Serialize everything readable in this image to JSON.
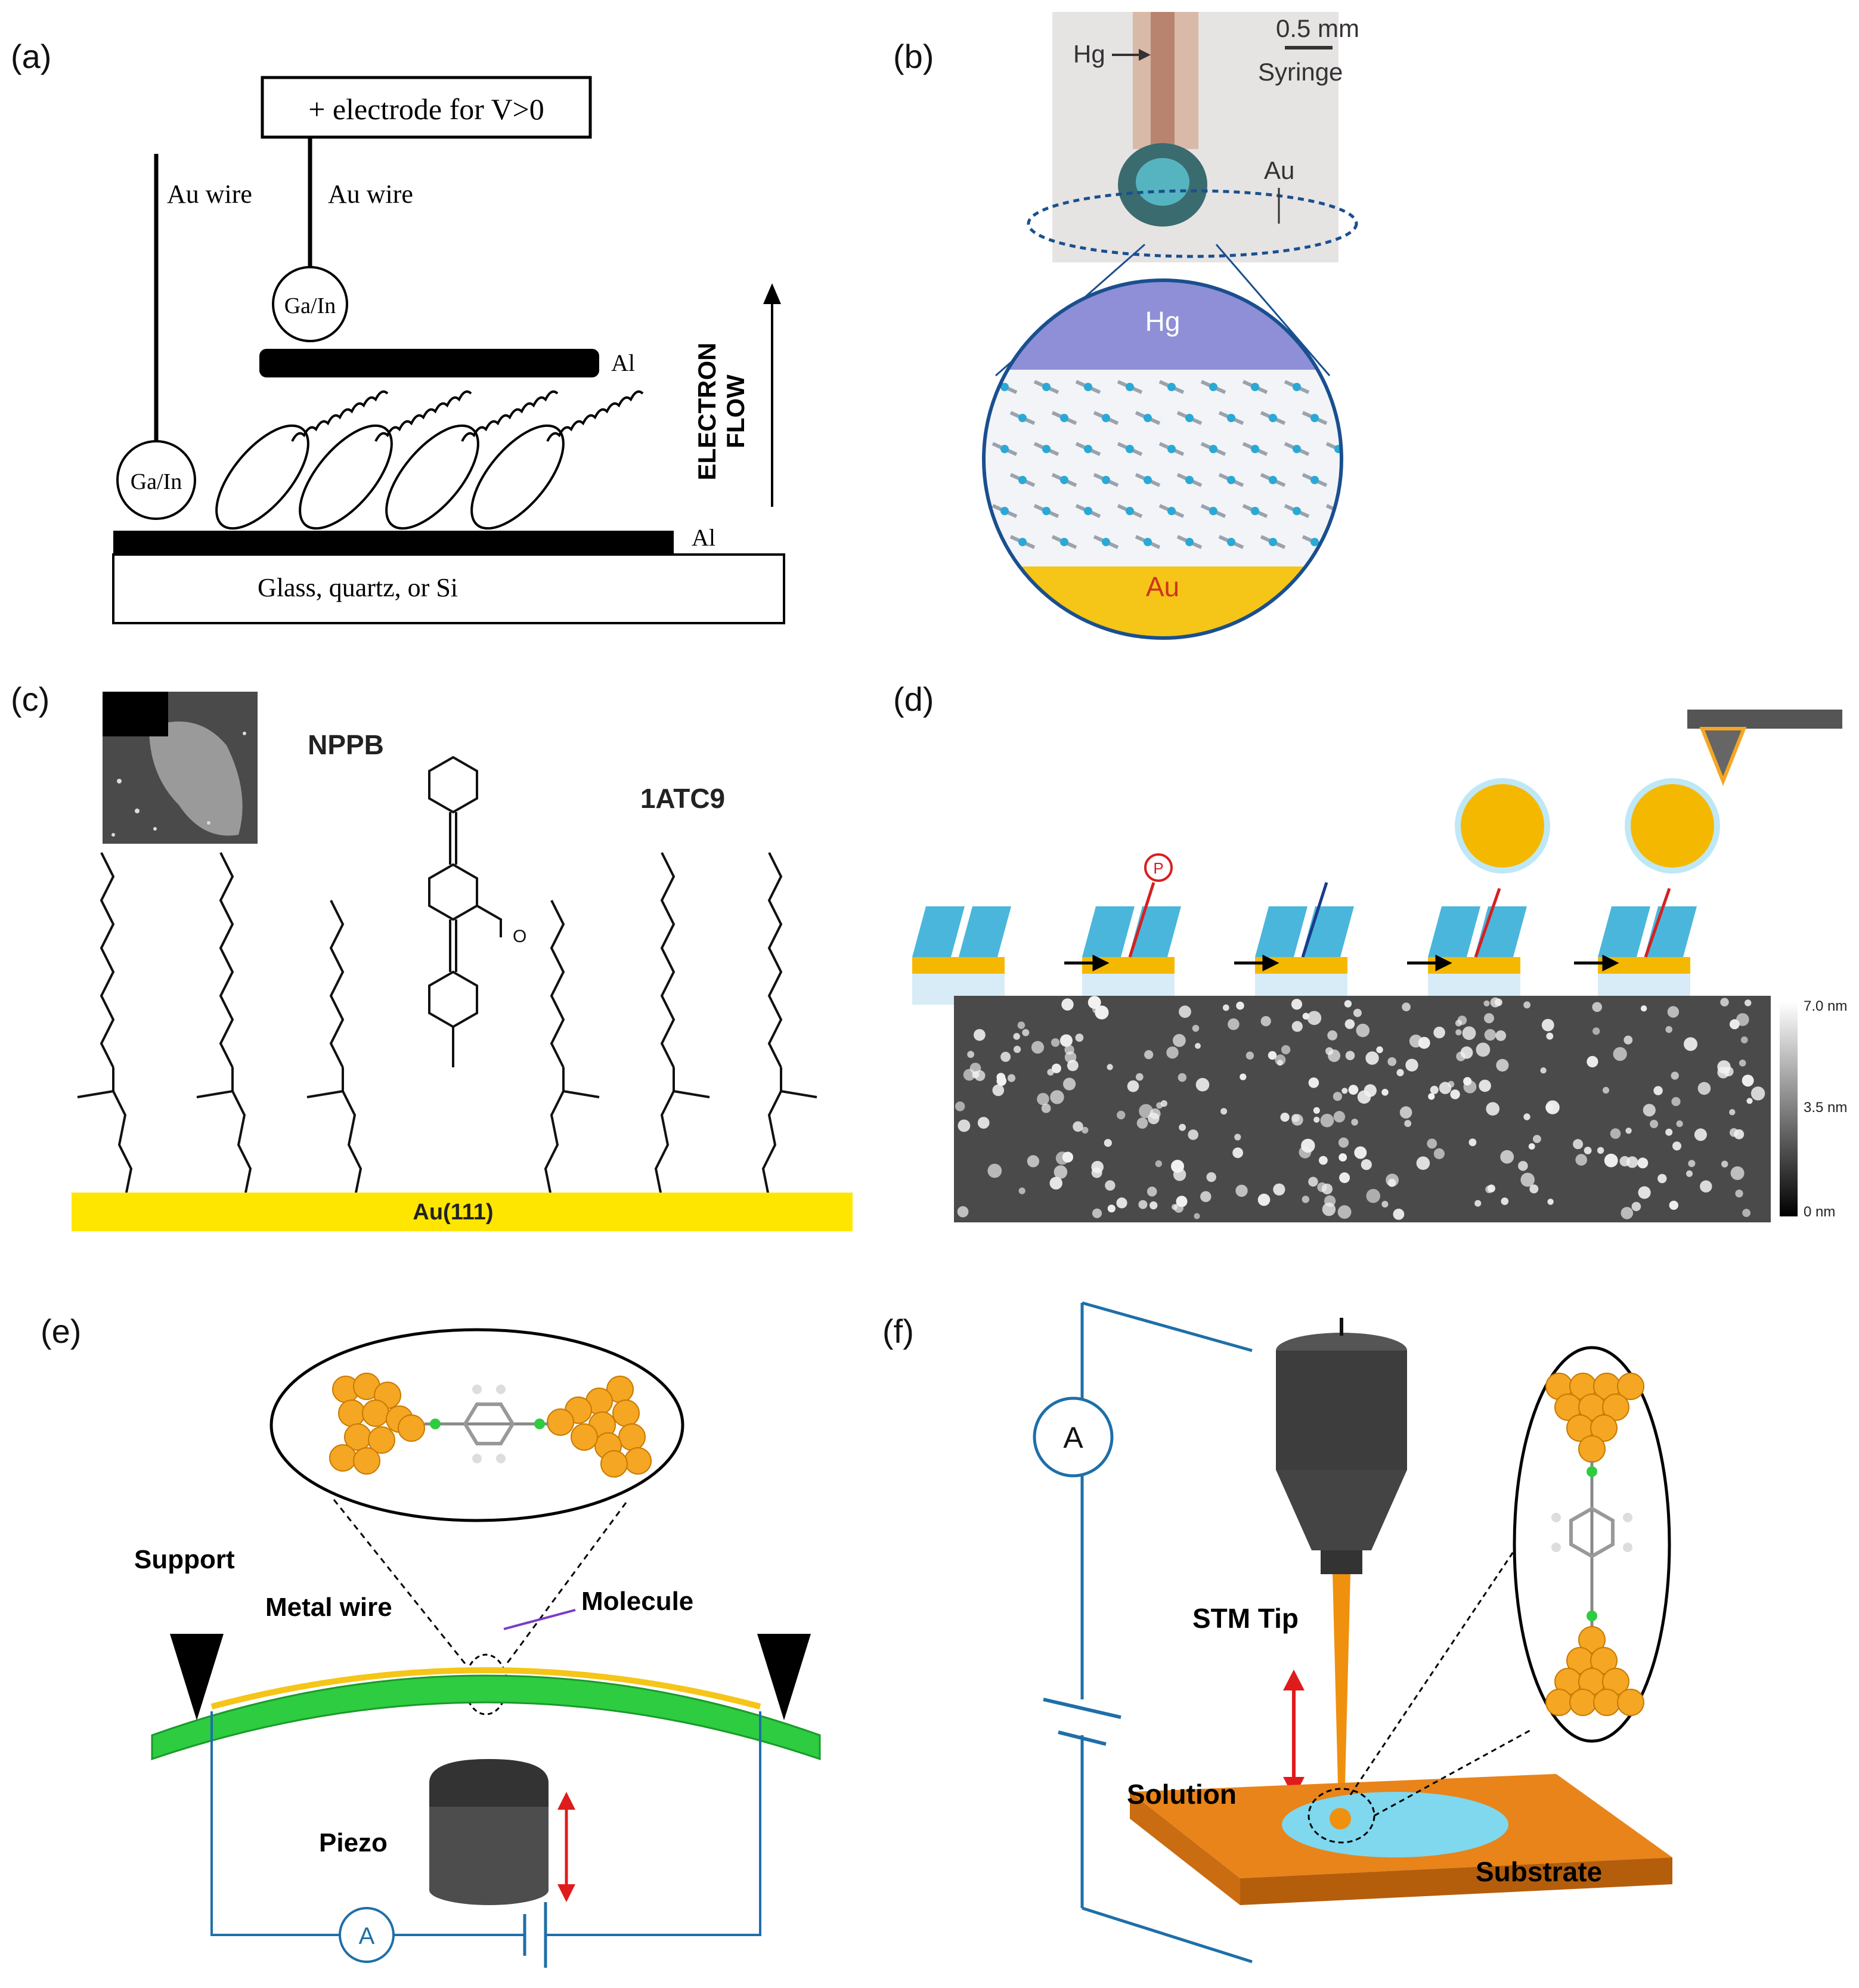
{
  "panels": {
    "a": {
      "letter": "(a)",
      "electrode_box": "+ electrode for V>0",
      "wire_left": "Au wire",
      "wire_right": "Au wire",
      "contact_top": "Ga/In",
      "contact_left": "Ga/In",
      "al_top": "Al",
      "al_bottom": "Al",
      "substrate": "Glass, quartz, or Si",
      "flow_line1": "ELECTRON",
      "flow_line2": "FLOW"
    },
    "b": {
      "letter": "(b)",
      "scale": "0.5 mm",
      "hg_label": "Hg",
      "syringe": "Syringe",
      "au_label": "Au",
      "zoom_top": "Hg",
      "zoom_bottom": "Au"
    },
    "c": {
      "letter": "(c)",
      "nppb": "NPPB",
      "atc": "1ATC9",
      "substrate": "Au(111)"
    },
    "d": {
      "letter": "(d)",
      "p_label": "P",
      "scale_max": "7.0 nm",
      "scale_mid": "3.5 nm",
      "scale_min": "0 nm"
    },
    "e": {
      "letter": "(e)",
      "support": "Support",
      "metal_wire": "Metal wire",
      "molecule": "Molecule",
      "piezo": "Piezo",
      "ammeter": "A"
    },
    "f": {
      "letter": "(f)",
      "ammeter": "A",
      "stm_tip": "STM Tip",
      "solution": "Solution",
      "substrate": "Substrate"
    }
  },
  "colors": {
    "gold": "#f5a623",
    "au_yellow": "#ffe600",
    "hg_purple": "#8e8fd6",
    "circuit_blue": "#1e6fa8",
    "green_beam": "#2ecc40",
    "orange_substrate": "#e8841a",
    "cyan_solution": "#7fd8ee"
  }
}
